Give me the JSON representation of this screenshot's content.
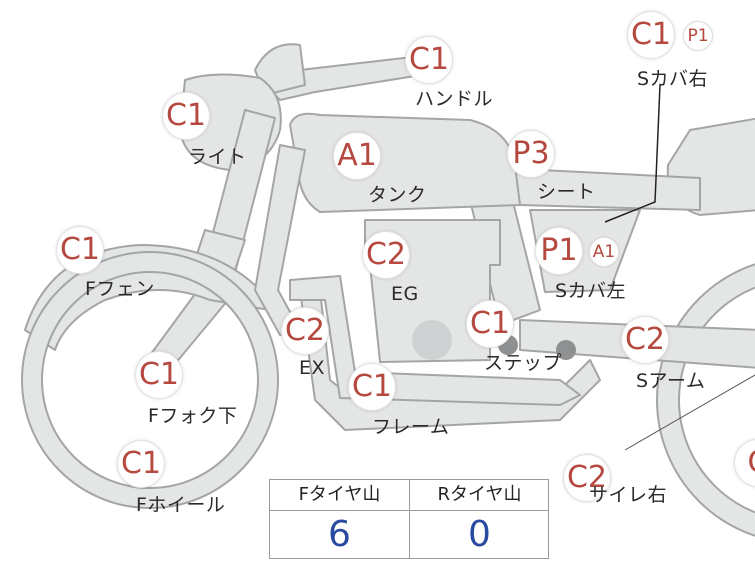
{
  "parts": [
    {
      "id": "handle",
      "label": "ハンドル",
      "codes": [
        "C1"
      ]
    },
    {
      "id": "side-cover-right",
      "label": "Sカバ右",
      "codes": [
        "C1",
        "P1"
      ]
    },
    {
      "id": "light",
      "label": "ライト",
      "codes": [
        "C1"
      ]
    },
    {
      "id": "tank",
      "label": "タンク",
      "codes": [
        "A1"
      ]
    },
    {
      "id": "seat",
      "label": "シート",
      "codes": [
        "P3"
      ]
    },
    {
      "id": "front-fender",
      "label": "Fフェン",
      "codes": [
        "C1"
      ]
    },
    {
      "id": "engine",
      "label": "EG",
      "codes": [
        "C2"
      ]
    },
    {
      "id": "side-cover-left",
      "label": "Sカバ左",
      "codes": [
        "P1",
        "A1"
      ]
    },
    {
      "id": "exhaust",
      "label": "EX",
      "codes": [
        "C2"
      ]
    },
    {
      "id": "step",
      "label": "ステップ",
      "codes": [
        "C1"
      ]
    },
    {
      "id": "swing-arm",
      "label": "Sアーム",
      "codes": [
        "C2"
      ]
    },
    {
      "id": "front-fork-lower",
      "label": "Fフォク下",
      "codes": [
        "C1"
      ]
    },
    {
      "id": "frame",
      "label": "フレーム",
      "codes": [
        "C1"
      ]
    },
    {
      "id": "front-wheel",
      "label": "Fホイール",
      "codes": [
        "C1"
      ]
    },
    {
      "id": "silencer-right",
      "label": "サイレ右",
      "codes": [
        "C2"
      ]
    },
    {
      "id": "rear-partial",
      "label": "",
      "codes": [
        "C"
      ]
    }
  ],
  "tire_table": {
    "front_header": "Fタイヤ山",
    "rear_header": "Rタイヤ山",
    "front_value": "6",
    "rear_value": "0"
  },
  "colors": {
    "body": "#e4e6e6",
    "outline": "#9b9d9f",
    "badge_text": "#b5483f",
    "value_text": "#2a4aa0"
  }
}
